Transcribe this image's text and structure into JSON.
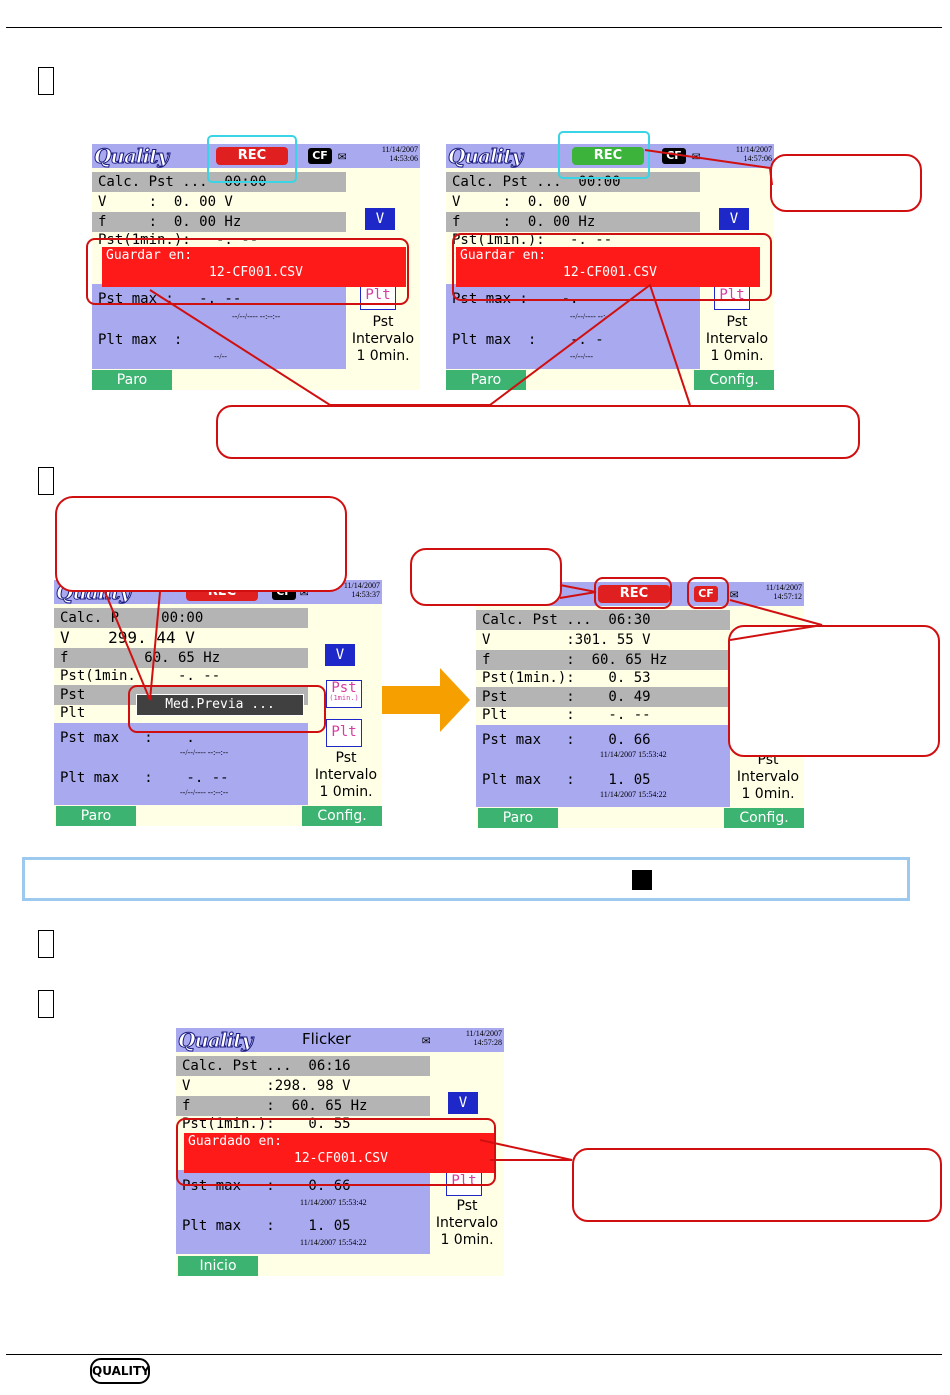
{
  "screen1": {
    "logo": "Quality",
    "status": "REC",
    "cf": "CF",
    "date": "11/14/2007",
    "time": "14:53:06",
    "calc": "Calc. Pst ...  00:00",
    "v": "V     :  0. 00 V",
    "f": "f     :  0. 00 Hz",
    "pst1": "Pst(1min.):   -. --",
    "banner_l1": "Guardar en:",
    "banner_l2": "12-CF001.CSV",
    "pstmax": "Pst max :   -. --",
    "pstmax_dt": "--/--/---- --:--:--",
    "pltmax": "Plt max  :",
    "pltmax_dt": "--/--",
    "vbtn": "V",
    "plt_tag": "Plt",
    "pst_l1": "Pst",
    "pst_l2": "Intervalo",
    "pst_l3": "1 0min.",
    "btn_left": "Paro"
  },
  "screen2": {
    "logo": "Quality",
    "status": "REC",
    "cf": "CF",
    "date": "11/14/2007",
    "time": "14:57:06",
    "calc": "Calc. Pst ...  00:00",
    "v": "V     :  0. 00 V",
    "f": "f     :  0. 00 Hz",
    "pst1": "Pst(1min.):   -. --",
    "banner_l1": "Guardar en:",
    "banner_l2": "12-CF001.CSV",
    "pstmax": "Pst max :    -.",
    "pstmax_dt": "--/--/---- --:-",
    "pltmax": "Plt max  :    -. -",
    "pltmax_dt": "--/--/---",
    "vbtn": "V",
    "plt_tag": "Plt",
    "pst_l1": "Pst",
    "pst_l2": "Intervalo",
    "pst_l3": "1 0min.",
    "btn_left": "Paro",
    "btn_right": "Config."
  },
  "screen3": {
    "logo": "Quality",
    "status": "REC",
    "cf": "CF",
    "date": "11/14/2007",
    "time": "14:53:37",
    "calc": "Calc. P     00:00",
    "v": "V    299. 44 V",
    "f": "f         60. 65 Hz",
    "pst1": "Pst(1min.     -. --",
    "pst": "Pst",
    "plt": "Plt",
    "dialog": "Med.Previa ...",
    "pstmax": "Pst max   :    .",
    "pstmax_dt": "--/--/---- --:--:--",
    "pltmax": "Plt max   :    -. --",
    "pltmax_dt": "--/--/---- --:--:--",
    "vbtn": "V",
    "pst_tag": "Pst",
    "pst_tag_sub": "(1min.)",
    "plt_tag": "Plt",
    "pst_l1": "Pst",
    "pst_l2": "Intervalo",
    "pst_l3": "1 0min.",
    "btn_left": "Paro",
    "btn_right": "Config."
  },
  "screen4": {
    "status": "REC",
    "cf": "CF",
    "date": "11/14/2007",
    "time": "14:57:12",
    "calc": "Calc. Pst ...  06:30",
    "v": "V         :301. 55 V",
    "f": "f         :  60. 65 Hz",
    "pst1": "Pst(1min.):    0. 53",
    "pst": "Pst       :    0. 49",
    "plt": "Plt       :    -. --",
    "pstmax": "Pst max   :    0. 66",
    "pstmax_dt": "11/14/2007 15:53:42",
    "pltmax": "Plt max   :    1. 05",
    "pltmax_dt": "11/14/2007 15:54:22",
    "pst_l1": "Pst",
    "pst_l2": "Intervalo",
    "pst_l3": "1 0min.",
    "btn_left": "Paro",
    "btn_right": "Config."
  },
  "screen5": {
    "logo": "Quality",
    "mode": "Flicker",
    "date": "11/14/2007",
    "time": "14:57:28",
    "calc": "Calc. Pst ...  06:16",
    "v": "V         :298. 98 V",
    "f": "f         :  60. 65 Hz",
    "pst1": "Pst(1min.):    0. 55",
    "banner_l1": "Guardado en:",
    "banner_l2": "12-CF001.CSV",
    "pstmax": "Pst max   :    0. 66",
    "pstmax_dt": "11/14/2007 15:53:42",
    "pltmax": "Plt max   :    1. 05",
    "pltmax_dt": "11/14/2007 15:54:22",
    "vbtn": "V",
    "plt_tag": "Plt",
    "pst_l1": "Pst",
    "pst_l2": "Intervalo",
    "pst_l3": "1 0min.",
    "btn_left": "Inicio"
  },
  "footer_logo": "QUALITY",
  "colors": {
    "red": "#ff1a1a",
    "screen_bg": "#ffffe6",
    "band": "#a9a9f0",
    "button": "#3cb371",
    "arrow": "#f5a000",
    "info_border": "#9ec9ef"
  }
}
